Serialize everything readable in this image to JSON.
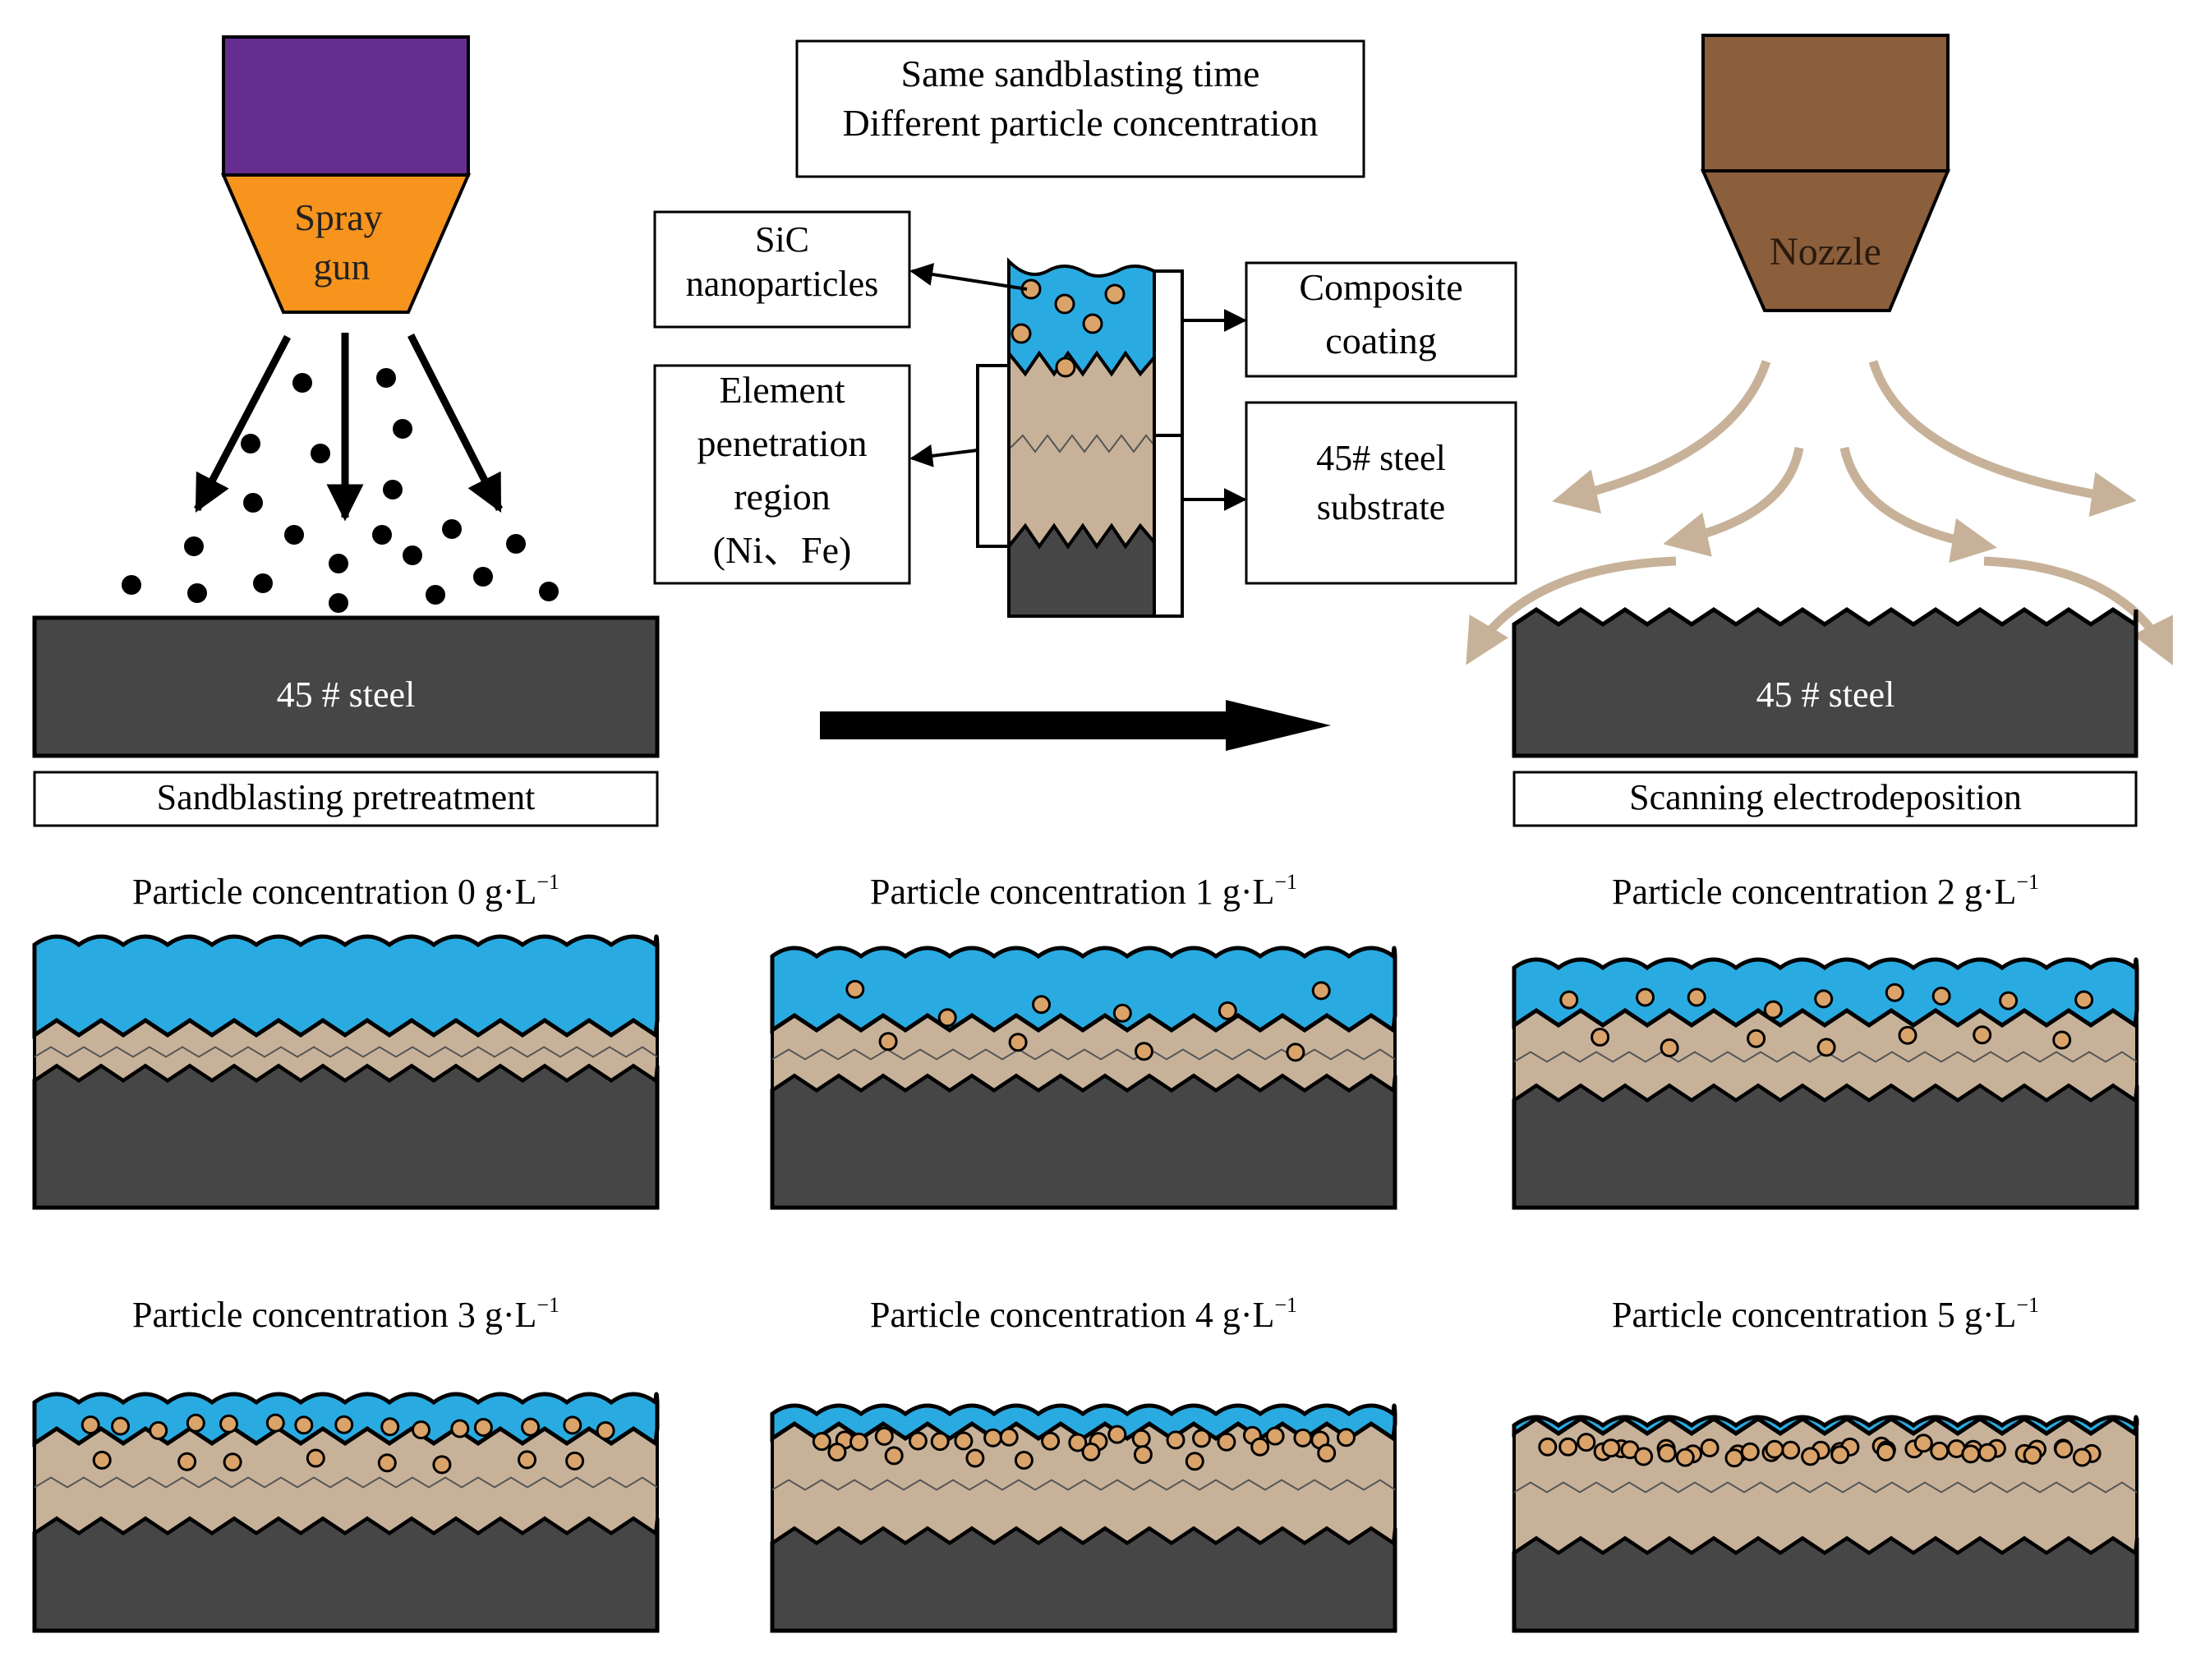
{
  "spray_gun": {
    "label_line1": "Spray",
    "label_line2": "gun"
  },
  "nozzle": {
    "label": "Nozzle"
  },
  "header_box": {
    "line1": "Same sandblasting time",
    "line2": "Different particle concentration"
  },
  "callouts": {
    "sic_line1": "SiC",
    "sic_line2": "nanoparticles",
    "element_line1": "Element",
    "element_line2": "penetration",
    "element_line3": "region",
    "element_line4": "(Ni、Fe)",
    "coating_line1": "Composite",
    "coating_line2": "coating",
    "substrate_line1": "45# steel",
    "substrate_line2": "substrate"
  },
  "steel_label": "45 # steel",
  "steps": {
    "left": "Sandblasting pretreatment",
    "right": "Scanning electrodeposition"
  },
  "panels": [
    {
      "title": "Particle concentration 0 g·L",
      "concentration": 0
    },
    {
      "title": "Particle concentration 1 g·L",
      "concentration": 1
    },
    {
      "title": "Particle concentration 2 g·L",
      "concentration": 2
    },
    {
      "title": "Particle concentration 3 g·L",
      "concentration": 3
    },
    {
      "title": "Particle concentration 4 g·L",
      "concentration": 4
    },
    {
      "title": "Particle concentration 5 g·L",
      "concentration": 5
    }
  ],
  "unit_exponent": "−1",
  "colors": {
    "gun_body": "#662d91",
    "gun_tip": "#f7941d",
    "nozzle": "#8b5e3c",
    "coating": "#29abe2",
    "penetration": "#c7b299",
    "steel": "#464646",
    "particle": "#d9a36a",
    "flow_arrow": "#c7b299"
  }
}
